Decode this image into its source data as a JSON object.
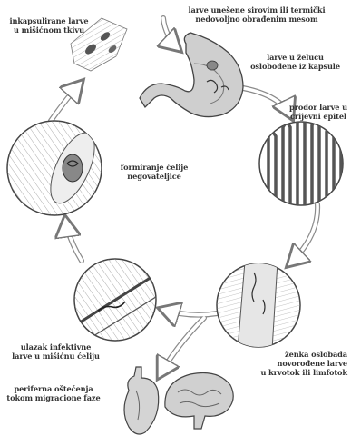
{
  "labels": {
    "encapsulated_line1": "inkapsulirane larve",
    "encapsulated_line2": "u mišićnom tkivu",
    "ingested_line1": "larve unešene sirovim ili termički",
    "ingested_line2": "nedovoljno obrađenim mesom",
    "stomach_line1": "larve u želucu",
    "stomach_line2": "oslobođene iz kapsule",
    "penetration_line1": "prodor larve u",
    "penetration_line2": "crijevni epitel",
    "nurse_cell_line1": "formiranje ćelije",
    "nurse_cell_line2": "negovateljice",
    "female_line1": "ženka oslobađa",
    "female_line2": "novorođene larve",
    "female_line3": "u krvotok ili limfotok",
    "muscle_entry_line1": "ulazak infektivne",
    "muscle_entry_line2": "larve u mišićnu ćeliju",
    "peripheral_line1": "periferna oštećenja",
    "peripheral_line2": "tokom migracione faze"
  },
  "icons": {
    "stomach": "stomach-illustration",
    "intestinal_villi": "intestinal-villi-illustration",
    "blood_vessel": "blood-vessel-with-larvae-illustration",
    "muscle_cell": "muscle-cell-with-larva-illustration",
    "nurse_cell": "nurse-cell-with-coiled-larva-illustration",
    "cysts": "encapsulated-larvae-cysts-illustration",
    "heart": "heart-illustration",
    "brain": "brain-illustration"
  }
}
